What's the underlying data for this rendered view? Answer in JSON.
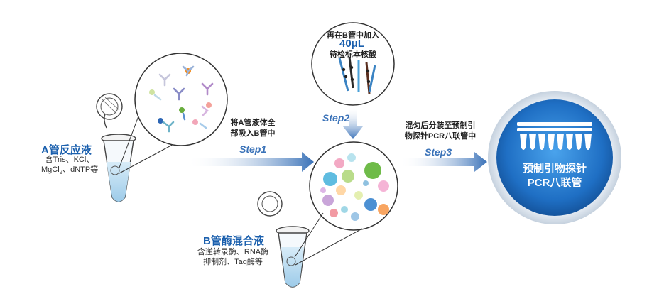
{
  "tube_a": {
    "title": "A管反应液",
    "desc_line1": "含Tris、KCl、",
    "desc_line2_pre": "MgCl",
    "desc_line2_sub": "2",
    "desc_line2_post": "、dNTP等"
  },
  "tube_b": {
    "title": "B管酶混合液",
    "desc_line1": "含逆转录酶、RNA酶",
    "desc_line2": "抑制剂、Taq酶等"
  },
  "step1": {
    "label": "Step1",
    "note_line1": "将A管液体全",
    "note_line2": "部吸入B管中"
  },
  "step2": {
    "label": "Step2",
    "note_line1": "再在B管中加入",
    "volume": "40μL",
    "note_line3": "待检标本核酸"
  },
  "step3": {
    "label": "Step3",
    "note_line1": "混匀后分装至预制引",
    "note_line2": "物探针PCR八联管中"
  },
  "result": {
    "line1": "预制引物探针",
    "line2": "PCR八联管"
  },
  "colors": {
    "brand_blue": "#1a5fad",
    "arrow_blue": "#3a72b8",
    "circle_fill": "#2d7fd0"
  }
}
